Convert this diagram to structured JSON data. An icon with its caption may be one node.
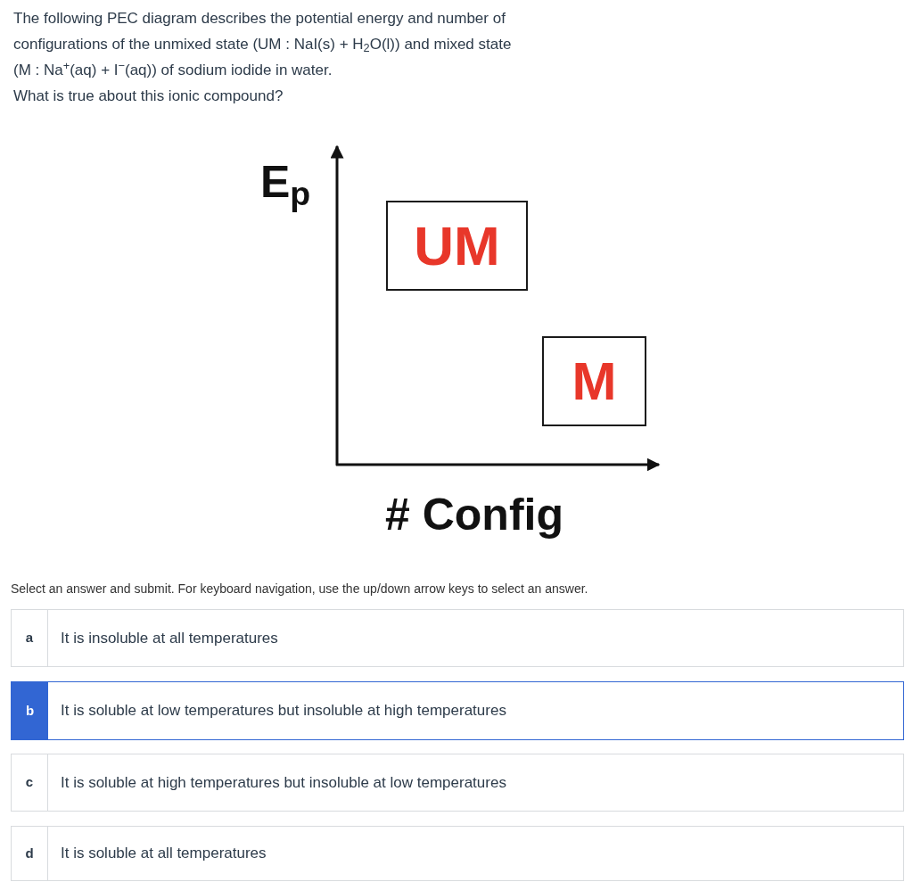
{
  "diagram": {
    "nodes": [
      {
        "text": [
          "UM"
        ]
      },
      {
        "text": [
          "M"
        ]
      },
      {
        "text": [
          "a",
          "It is insoluble at all temperatures"
        ]
      },
      {
        "text": [
          "b",
          "It is soluble at low temperatures but insoluble at high temperatures"
        ]
      },
      {
        "text": [
          "c",
          "It is soluble at high temperatures but insoluble at low temperatures"
        ]
      },
      {
        "text": [
          "d",
          "It is soluble at all temperatures"
        ]
      }
    ],
    "labels": [
      "The following PEC diagram describes the potential energy and number of configurations of the unmixed state (UM : NaI(s) + H$_{2}$O(l)) and mixed state (M : Na$^{+}$(aq) + I$^{−}$(aq)) of sodium iodide in water.",
      "What is true about this ionic compound?",
      "E$_{p}$",
      "# Config",
      "Select an answer and submit. For keyboard navigation, use the up/down arrow keys to select an answer."
    ]
  }
}
